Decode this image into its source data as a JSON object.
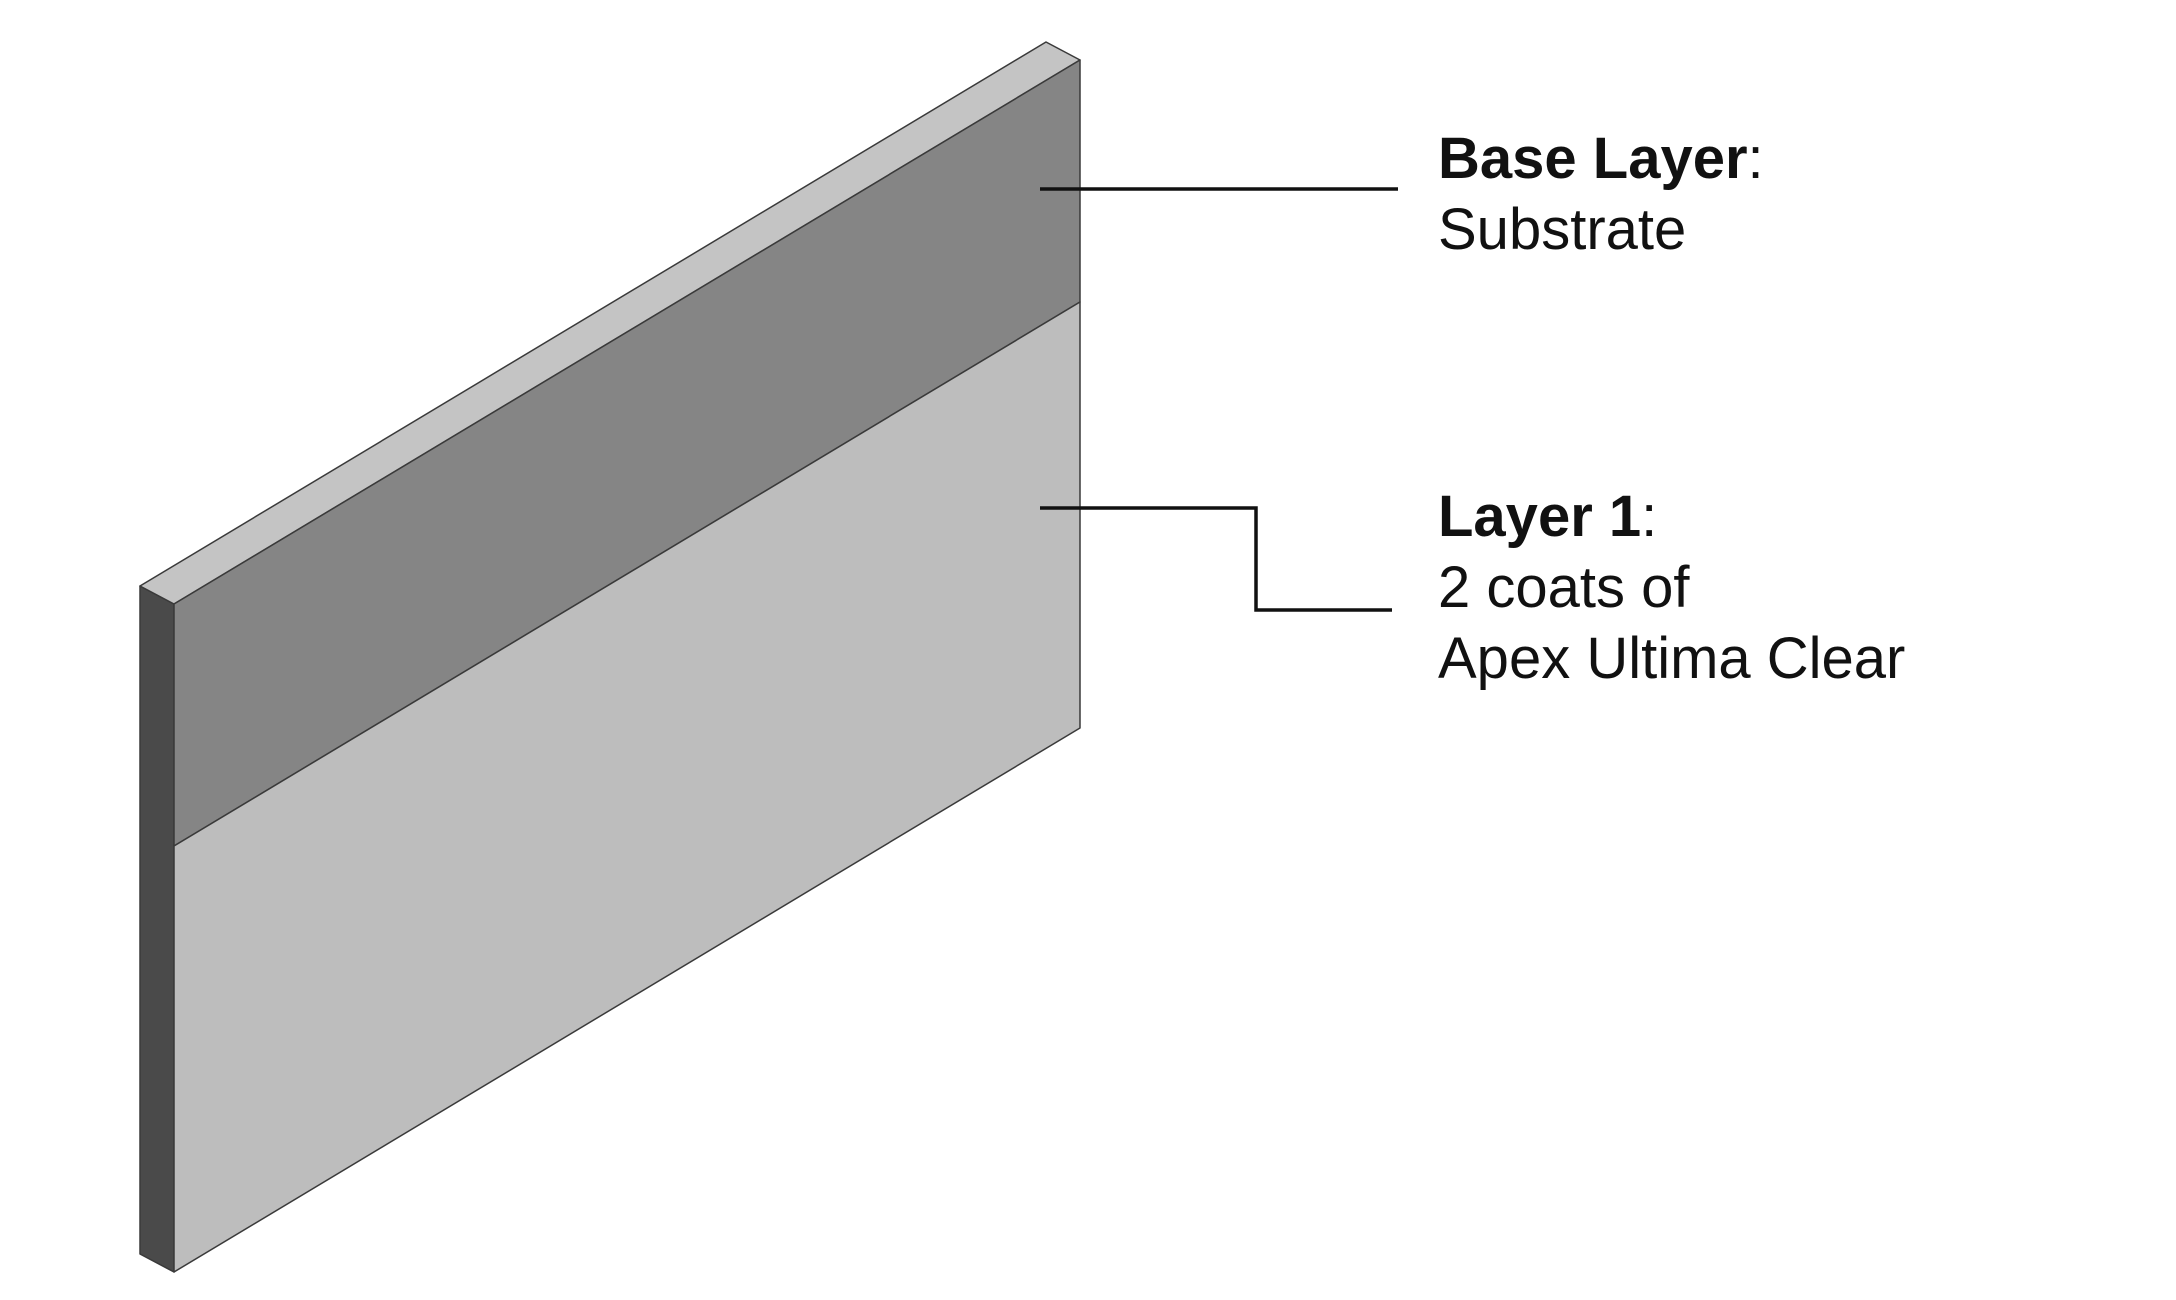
{
  "diagram": {
    "colors": {
      "top_edge": "#c4c4c4",
      "side_edge": "#4a4a4a",
      "base_layer": "#858585",
      "layer_1": "#bdbdbd",
      "outline": "#3a3a3a",
      "leader_line": "#111111"
    },
    "callouts": {
      "base_layer": {
        "title": "Base Layer",
        "colon": ":",
        "lines": [
          "Substrate"
        ]
      },
      "layer_1": {
        "title": "Layer 1",
        "colon": ":",
        "lines": [
          "2 coats of",
          "Apex Ultima Clear"
        ]
      }
    }
  }
}
